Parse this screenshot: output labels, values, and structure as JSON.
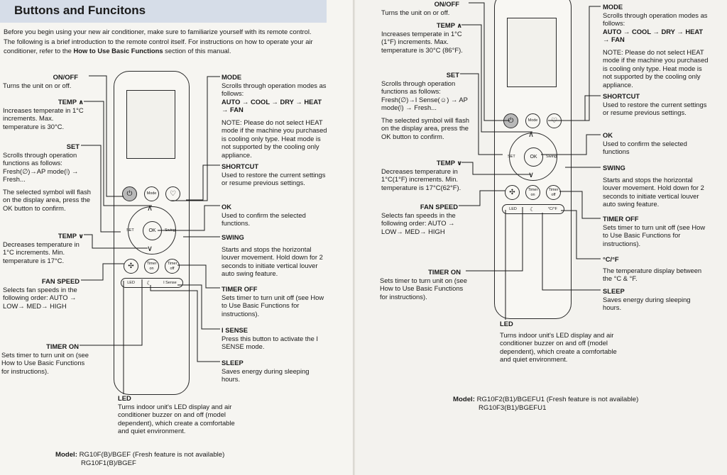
{
  "left": {
    "title": "Buttons and Funcitons",
    "intro_pre": "Before you begin using your new air conditioner, make sure to familiarize yourself with its remote control. The following is a brief introduction to the remote control itself. For instructions on how to operate your air conditioner, refer to the ",
    "intro_bold": "How to Use Basic Functions",
    "intro_post": " section of this manual.",
    "onoff": {
      "label": "ON/OFF",
      "desc": "Turns the unit on or off."
    },
    "temp_up": {
      "label": "TEMP ∧",
      "desc": "Increases temperate in 1°C increments. Max. temperature is 30°C."
    },
    "set": {
      "label": "SET",
      "desc": "Scrolls through operation functions as follows: Fresh(∅)→AP mode(⧙) → Fresh...",
      "note": "The selected symbol will flash on the display area, press the OK button to confirm."
    },
    "temp_down": {
      "label": "TEMP ∨",
      "desc": "Decreases temperature in 1°C increments. Min. temperature is 17°C."
    },
    "fan": {
      "label": "FAN SPEED",
      "desc": "Selects fan speeds in the following order: AUTO → LOW→ MED→ HIGH"
    },
    "timer_on": {
      "label": "TIMER ON",
      "desc": "Sets timer to turn unit on (see How to Use Basic Functions for instructions)."
    },
    "mode": {
      "label": "MODE",
      "desc": "Scrolls through operation modes as follows:",
      "flow": "AUTO → COOL → DRY → HEAT → FAN",
      "note": "NOTE: Please do not select HEAT mode if the machine you purchased is cooling only type. Heat mode is not supported by the cooling only appliance."
    },
    "shortcut": {
      "label": "SHORTCUT",
      "desc": "Used to restore the current settings or resume previous settings."
    },
    "ok": {
      "label": "OK",
      "desc": "Used to confirm the selected functions."
    },
    "swing": {
      "label": "SWING",
      "desc": "Starts and stops the horizontal louver movement. Hold down for 2 seconds to initiate vertical louver auto swing feature."
    },
    "timer_off": {
      "label": "TIMER OFF",
      "desc": "Sets timer to turn unit off (see How to Use Basic Functions for instructions)."
    },
    "isense": {
      "label": "I SENSE",
      "desc": "Press this button to activate the I SENSE mode."
    },
    "sleep": {
      "label": "SLEEP",
      "desc": "Saves energy during sleeping hours."
    },
    "led": {
      "label": "LED",
      "desc": "Turns indoor unit's LED display and air conditioner buzzer on and off (model dependent), which create a comfortable and quiet environment."
    },
    "model_label": "Model:",
    "model_line1": "RG10F(B)/BGEF   (Fresh feature is not available)",
    "model_line2": "RG10F1(B)/BGEF"
  },
  "right": {
    "onoff": {
      "label": "ON/OFF",
      "desc": "Turns the unit on or off."
    },
    "temp_up": {
      "label": "TEMP ∧",
      "desc": "Increases temperate in 1°C (1°F) increments. Max. temperature is 30°C (86°F)."
    },
    "set": {
      "label": "SET",
      "desc": "Scrolls through operation functions as follows: Fresh(∅)→I Sense(☺) → AP mode(⧙) → Fresh...",
      "note": "The selected symbol will flash on the display area, press the OK button to confirm."
    },
    "temp_down": {
      "label": "TEMP ∨",
      "desc": "Decreases temperature in 1°C(1°F) increments. Min. temperature is 17°C(62°F)."
    },
    "fan": {
      "label": "FAN SPEED",
      "desc": "Selects fan speeds in the following order: AUTO → LOW→ MED→ HIGH"
    },
    "timer_on": {
      "label": "TIMER ON",
      "desc": "Sets timer to turn unit on (see How to Use Basic Functions for instructions)."
    },
    "mode": {
      "label": "MODE",
      "desc": "Scrolls through operation modes as follows:",
      "flow": "AUTO → COOL → DRY → HEAT → FAN",
      "note": "NOTE: Please do not select HEAT mode if the machine you purchased is cooling only type. Heat mode is not supported by the cooling only appliance."
    },
    "shortcut": {
      "label": "SHORTCUT",
      "desc": "Used to restore the current settings or resume previous settings."
    },
    "ok": {
      "label": "OK",
      "desc": "Used to confirm the selected functions"
    },
    "swing": {
      "label": "SWING",
      "desc": "Starts and stops the horizontal louver movement. Hold down for 2 seconds to initiate vertical louver auto swing feature."
    },
    "timer_off": {
      "label": "TIMER OFF",
      "desc": "Sets timer to turn unit off (see How to Use Basic Functions for instructions)."
    },
    "cf": {
      "label": "°C/°F",
      "desc": "The temperature display between the °C & °F."
    },
    "sleep": {
      "label": "SLEEP",
      "desc": "Saves energy during sleeping hours."
    },
    "led": {
      "label": "LED",
      "desc": "Turns indoor unit's LED display and air conditioner buzzer on and off (model dependent), which create a comfortable and quiet environment."
    },
    "model_label": "Model:",
    "model_line1": "RG10F2(B1)/BGEFU1   (Fresh feature is not available)",
    "model_line2": "RG10F3(B1)/BGEFU1"
  },
  "remote_labels": {
    "mode": "Mode",
    "timer_on": "Timer on",
    "timer_off": "Timer off",
    "set": "SET",
    "ok": "OK",
    "swing": "Swing",
    "led": "LED",
    "isense": "I Sense",
    "cf": "°C/°F"
  },
  "icons": {
    "power": "power-icon",
    "shortcut": "heart-icon",
    "fan": "fan-icon",
    "sleep": "moon-icon",
    "up": "chevron-up-icon",
    "down": "chevron-down-icon"
  },
  "colors": {
    "title_bar": "#d6dde8",
    "power_button": "#b9b9b9"
  }
}
